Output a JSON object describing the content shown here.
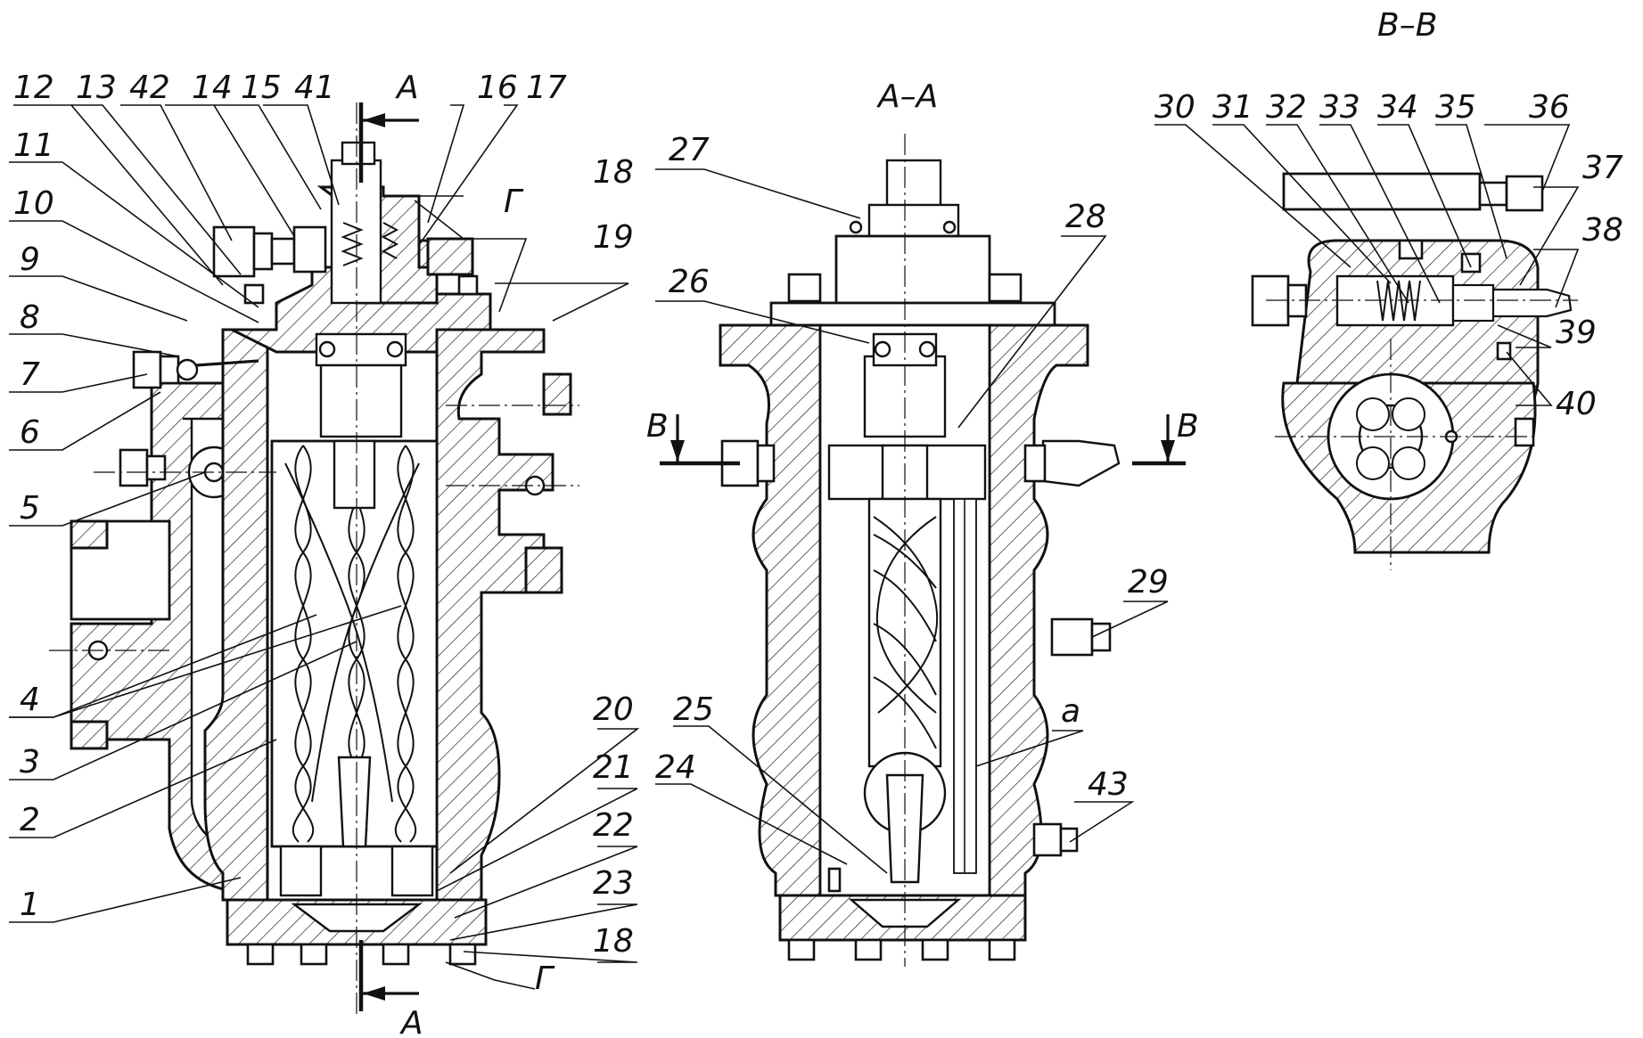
{
  "views": {
    "section_aa": "A–A",
    "section_vv": "В–В"
  },
  "cut_marks": {
    "a_top": "А",
    "a_bottom": "А",
    "v_left": "В",
    "v_right": "В",
    "g_top": "Г",
    "g_bottom": "Г"
  },
  "callouts": {
    "c1": "1",
    "c2": "2",
    "c3": "3",
    "c4": "4",
    "c5": "5",
    "c6": "6",
    "c7": "7",
    "c8": "8",
    "c9": "9",
    "c10": "10",
    "c11": "11",
    "c12": "12",
    "c13": "13",
    "c14": "14",
    "c15": "15",
    "c16": "16",
    "c17": "17",
    "c18a": "18",
    "c18b": "18",
    "c19": "19",
    "c20": "20",
    "c21": "21",
    "c22": "22",
    "c23": "23",
    "c24": "24",
    "c25": "25",
    "c26": "26",
    "c27": "27",
    "c28": "28",
    "c29": "29",
    "c30": "30",
    "c31": "31",
    "c32": "32",
    "c33": "33",
    "c34": "34",
    "c35": "35",
    "c36": "36",
    "c37": "37",
    "c38": "38",
    "c39": "39",
    "c40": "40",
    "c41": "41",
    "c42": "42",
    "c43": "43",
    "ca": "а"
  }
}
